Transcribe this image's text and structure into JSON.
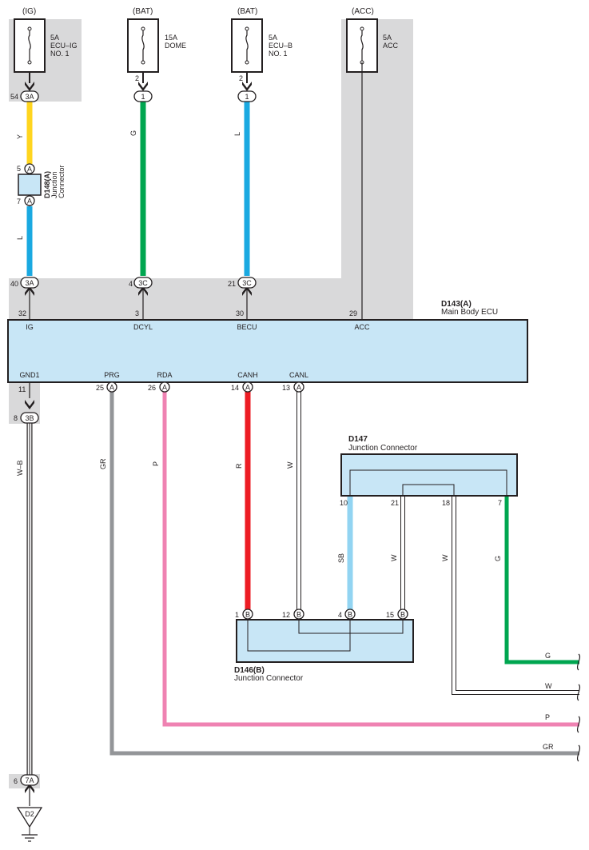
{
  "colors": {
    "shade": "#d9d9da",
    "ecu_fill": "#c8e6f6",
    "outline": "#231f20",
    "Y": "#ffd51f",
    "L": "#1aa9e1",
    "G": "#00a650",
    "SB": "#92d4f2",
    "R": "#ed1c24",
    "P": "#ef82b2",
    "GR": "#939598",
    "W": "#ffffff"
  },
  "fuses": [
    {
      "power": "(IG)",
      "label": [
        "5A",
        "ECU–IG",
        "NO. 1"
      ],
      "pin_in": "54",
      "conn": "3A"
    },
    {
      "power": "(BAT)",
      "label": [
        "15A",
        "DOME"
      ],
      "pin_in": "2",
      "conn": "1"
    },
    {
      "power": "(BAT)",
      "label": [
        "5A",
        "ECU–B",
        "NO. 1"
      ],
      "pin_in": "2",
      "conn": "1"
    },
    {
      "power": "(ACC)",
      "label": [
        "5A",
        "ACC"
      ]
    }
  ],
  "junction_d148": {
    "id": "D148(A)",
    "desc": [
      "Junction",
      "Connector"
    ],
    "pin_top": "5",
    "pin_bottom": "7",
    "conn": "A"
  },
  "wires_upper": {
    "y_wire": "Y",
    "ig_l": "L",
    "dome_g": "G",
    "ecub_l": "L"
  },
  "upper_conns": [
    {
      "pin": "40",
      "conn": "3A"
    },
    {
      "pin": "4",
      "conn": "3C"
    },
    {
      "pin": "21",
      "conn": "3C"
    }
  ],
  "ecu": {
    "id": "D143(A)",
    "name": "Main Body ECU",
    "top_pins": [
      {
        "num": "32",
        "name": "IG"
      },
      {
        "num": "3",
        "name": "DCYL"
      },
      {
        "num": "30",
        "name": "BECU"
      },
      {
        "num": "29",
        "name": "ACC"
      }
    ],
    "bottom_pins": [
      {
        "num": "11",
        "name": "GND1",
        "conn": ""
      },
      {
        "num": "25",
        "name": "PRG",
        "conn": "A"
      },
      {
        "num": "26",
        "name": "RDA",
        "conn": "A"
      },
      {
        "num": "14",
        "name": "CANH",
        "conn": "A"
      },
      {
        "num": "13",
        "name": "CANL",
        "conn": "A"
      }
    ]
  },
  "ground_path": {
    "pin_top": "8",
    "conn_top": "3B",
    "wire": "W–B",
    "pin_bottom": "6",
    "conn_bottom": "7A",
    "ground": "D2"
  },
  "bottom_wires": {
    "prg": "GR",
    "rda": "P",
    "canh": "R",
    "canl": "W"
  },
  "d147": {
    "id": "D147",
    "name": "Junction Connector",
    "pins": [
      "10",
      "21",
      "18",
      "7"
    ],
    "wires": [
      "SB",
      "W",
      "W",
      "G"
    ]
  },
  "d146": {
    "id": "D146(B)",
    "name": "Junction Connector",
    "pins": [
      {
        "num": "1",
        "conn": "B"
      },
      {
        "num": "12",
        "conn": "B"
      },
      {
        "num": "4",
        "conn": "B"
      },
      {
        "num": "15",
        "conn": "B"
      }
    ]
  },
  "exits": [
    "G",
    "W",
    "P",
    "GR"
  ]
}
